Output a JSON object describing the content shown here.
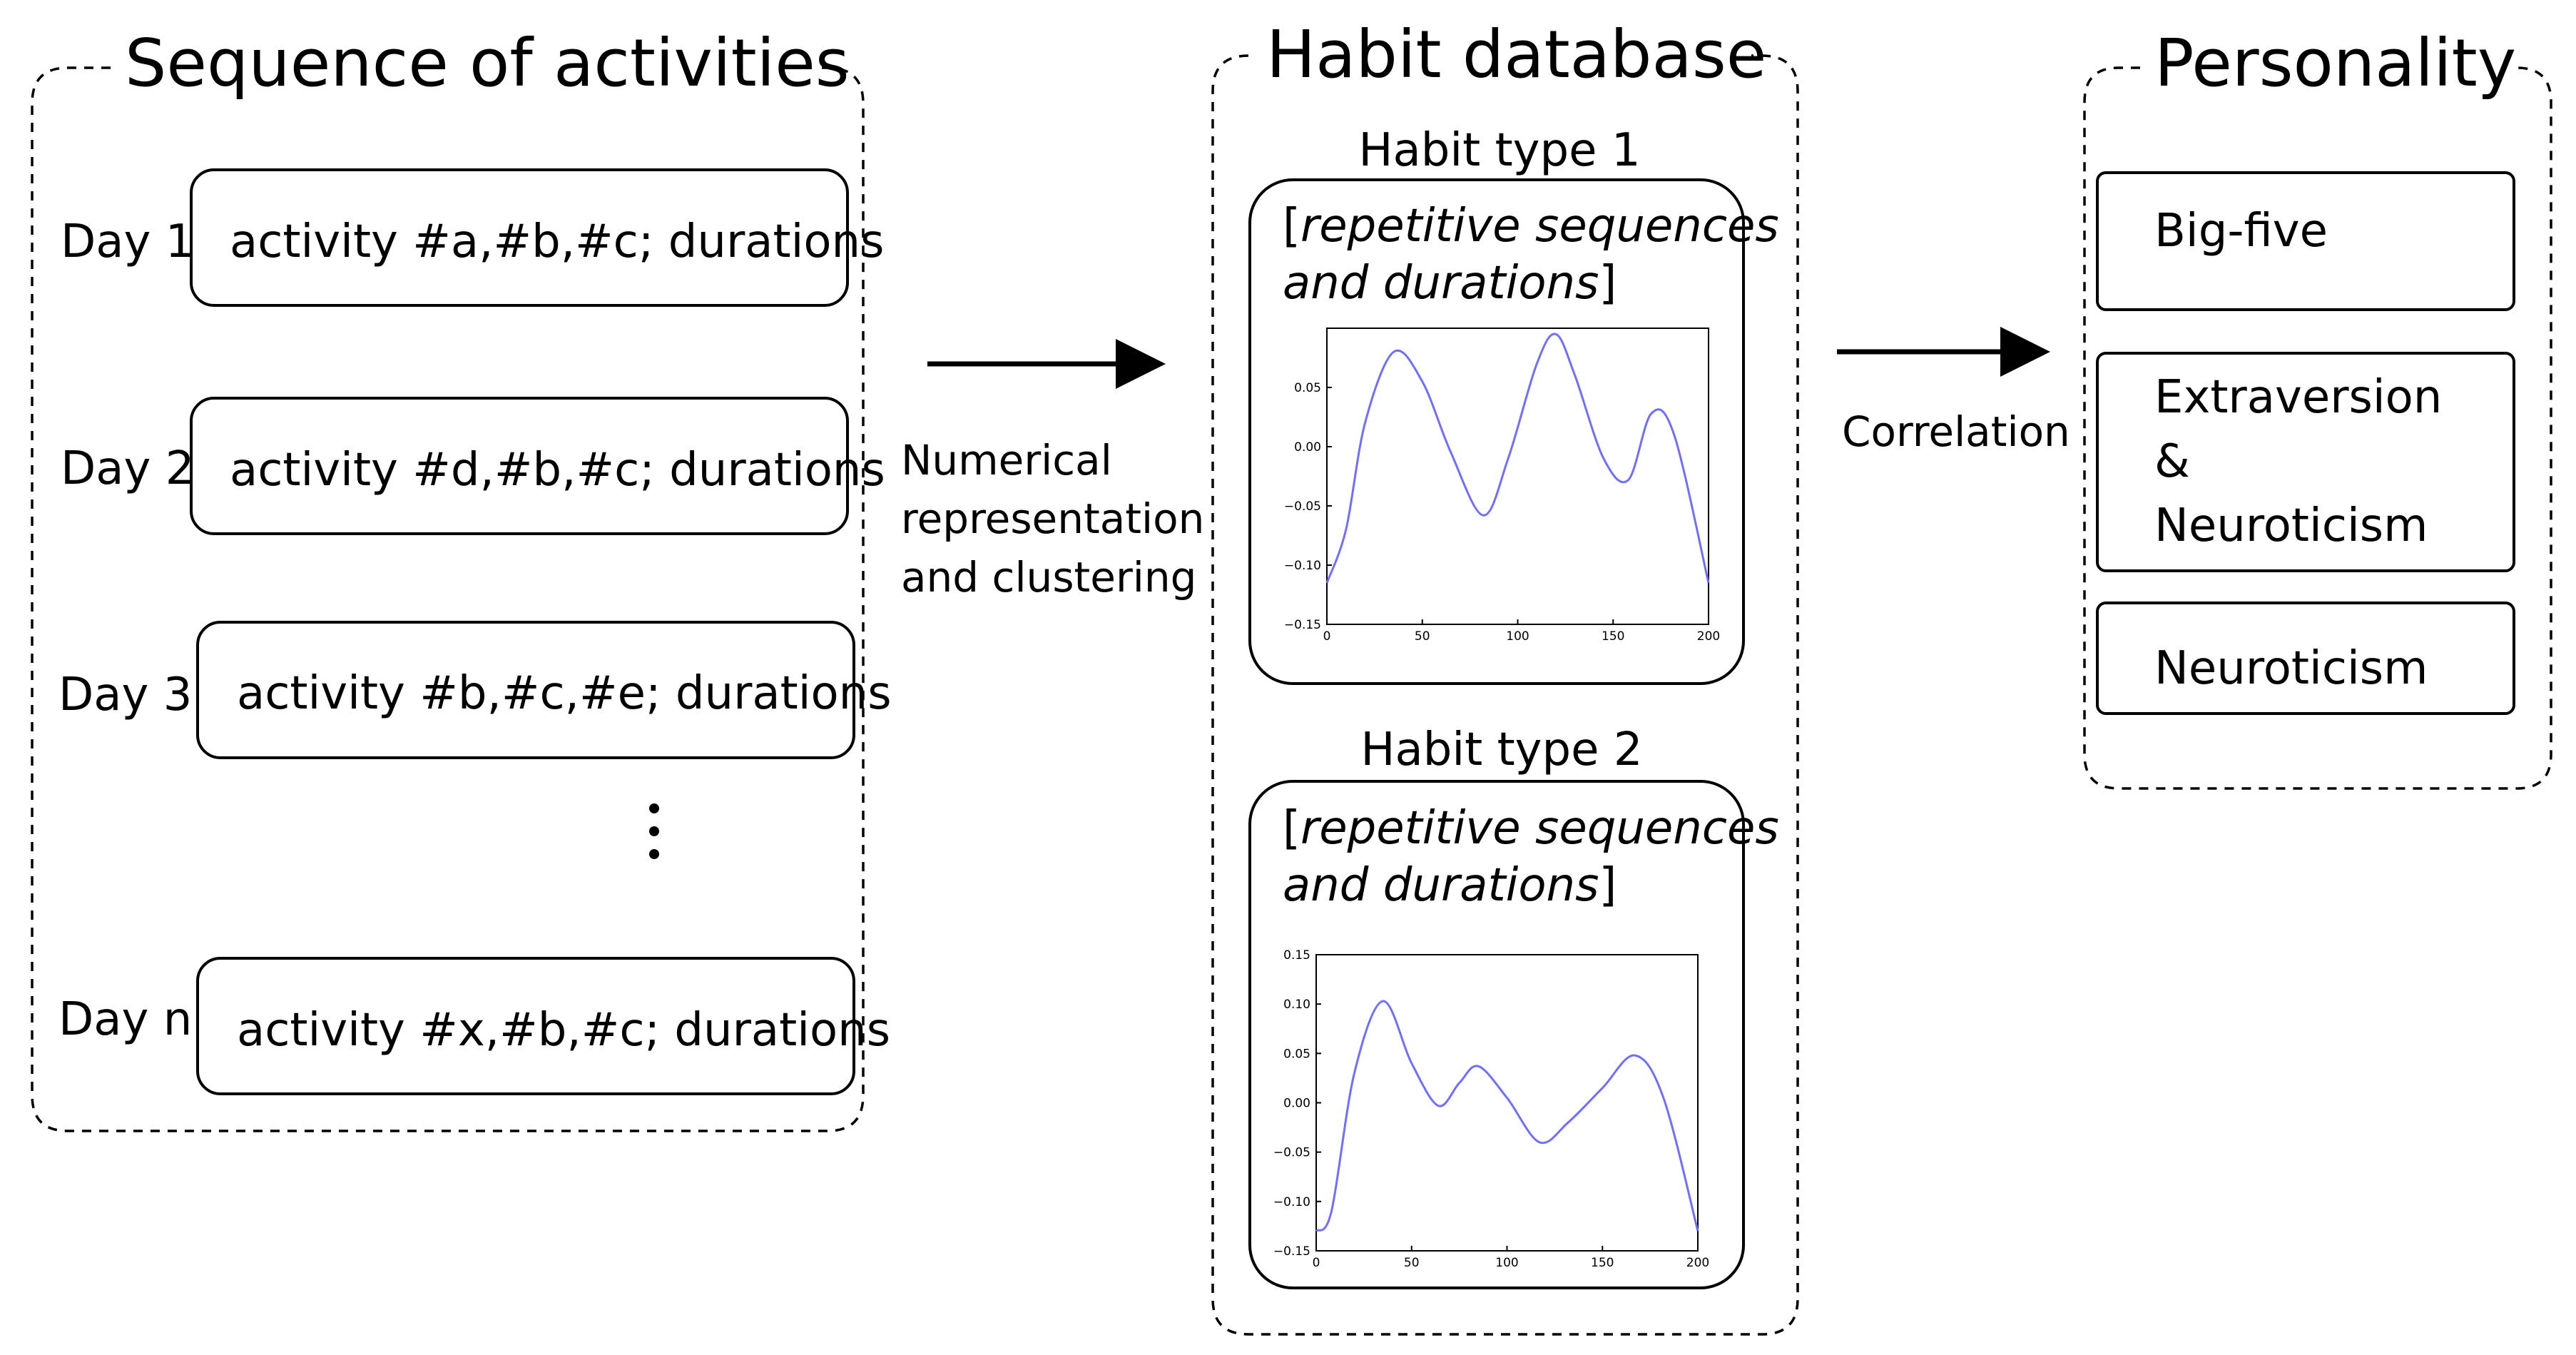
{
  "sequence": {
    "title": "Sequence of activities",
    "days": [
      {
        "day": "Day 1",
        "text": "activity #a,#b,#c; durations"
      },
      {
        "day": "Day 2",
        "text": "activity #d,#b,#c; durations"
      },
      {
        "day": "Day 3",
        "text": "activity #b,#c,#e; durations"
      },
      {
        "day": "Day n",
        "text": "activity #x,#b,#c; durations"
      }
    ]
  },
  "arrow1": {
    "lines": [
      "Numerical",
      "representation",
      "and clustering"
    ]
  },
  "habit_db": {
    "title": "Habit database",
    "types": [
      {
        "title": "Habit type 1",
        "desc_line1": "repetitive sequences",
        "desc_line2": "and durations"
      },
      {
        "title": "Habit type 2",
        "desc_line1": "repetitive sequences",
        "desc_line2": "and durations"
      }
    ]
  },
  "arrow2": {
    "label": "Correlation"
  },
  "personality": {
    "title": "Personality",
    "boxes": [
      {
        "lines": [
          "Big-five"
        ]
      },
      {
        "lines": [
          "Extraversion",
          "&",
          "Neuroticism"
        ]
      },
      {
        "lines": [
          "Neuroticism"
        ]
      }
    ]
  },
  "chart_data": [
    {
      "type": "line",
      "xlim": [
        0,
        200
      ],
      "ylim": [
        -0.15,
        0.1
      ],
      "xticks": [
        0,
        50,
        100,
        150,
        200
      ],
      "yticks": [
        -0.15,
        -0.1,
        -0.05,
        0.0,
        0.05
      ],
      "yticklabels": [
        "−0.15",
        "−0.10",
        "−0.05",
        "0.00",
        "0.05"
      ],
      "color": "#6f6fff",
      "x": [
        0,
        10,
        20,
        35,
        50,
        65,
        82,
        95,
        110,
        120,
        130,
        145,
        158,
        170,
        182,
        200
      ],
      "y": [
        -0.115,
        -0.07,
        0.02,
        0.08,
        0.055,
        -0.005,
        -0.058,
        -0.01,
        0.07,
        0.095,
        0.06,
        -0.01,
        -0.028,
        0.028,
        0.01,
        -0.115
      ]
    },
    {
      "type": "line",
      "xlim": [
        0,
        200
      ],
      "ylim": [
        -0.15,
        0.15
      ],
      "xticks": [
        0,
        50,
        100,
        150,
        200
      ],
      "yticks": [
        -0.15,
        -0.1,
        -0.05,
        0.0,
        0.05,
        0.1,
        0.15
      ],
      "yticklabels": [
        "−0.15",
        "−0.10",
        "−0.05",
        "0.00",
        "0.05",
        "0.10",
        "0.15"
      ],
      "color": "#6f6fff",
      "x": [
        0,
        8,
        20,
        35,
        50,
        64,
        75,
        85,
        100,
        117,
        132,
        150,
        167,
        182,
        200
      ],
      "y": [
        -0.13,
        -0.11,
        0.03,
        0.103,
        0.04,
        -0.003,
        0.02,
        0.037,
        0.005,
        -0.04,
        -0.02,
        0.015,
        0.048,
        0.005,
        -0.13
      ]
    }
  ]
}
